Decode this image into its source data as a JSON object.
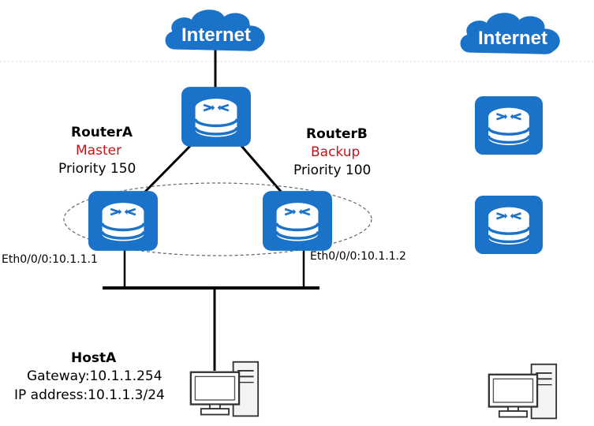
{
  "diagram": {
    "title": "VRRP master/backup topology",
    "colors": {
      "device_blue": "#1b73c9",
      "cloud_blue": "#1b73c9",
      "link_black": "#000000",
      "status_red": "#c0161b",
      "vrrp_group_outline": "#666666"
    },
    "left": {
      "internet": {
        "label": "Internet",
        "icon": "cloud-icon"
      },
      "core_router": {
        "icon": "router-icon"
      },
      "router_a": {
        "name": "RouterA",
        "role": "Master",
        "priority": "Priority 150",
        "interface": "Eth0/0/0:10.1.1.1",
        "icon": "router-icon"
      },
      "router_b": {
        "name": "RouterB",
        "role": "Backup",
        "priority": "Priority 100",
        "interface": "Eth0/0/0:10.1.1.2",
        "icon": "router-icon"
      },
      "host_a": {
        "name": "HostA",
        "gateway": "Gateway:10.1.1.254",
        "ip": "IP address:10.1.1.3/24",
        "icon": "pc-icon"
      },
      "vrrp_group": {
        "shape": "dashed-ellipse"
      }
    },
    "right": {
      "internet": {
        "label": "Internet",
        "icon": "cloud-icon"
      },
      "router_top": {
        "icon": "router-icon"
      },
      "router_bottom": {
        "icon": "router-icon"
      },
      "host": {
        "icon": "pc-icon"
      }
    }
  }
}
